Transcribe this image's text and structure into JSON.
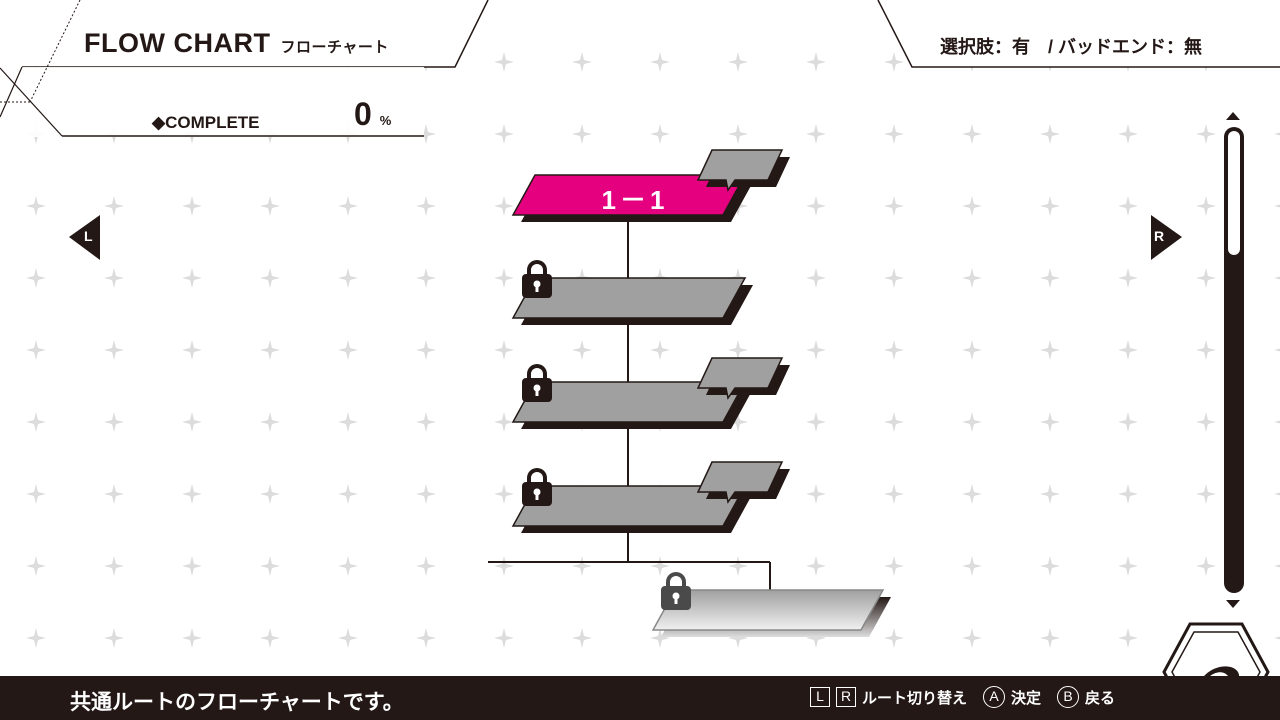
{
  "header": {
    "title": "FLOW CHART",
    "subtitle": "フローチャート",
    "complete_label": "◆COMPLETE",
    "complete_value": "0",
    "complete_unit": "%",
    "info": "選択肢：有　/ バッドエンド：無"
  },
  "nav": {
    "left_label": "L",
    "right_label": "R"
  },
  "flowchart": {
    "nodes": [
      {
        "label": "1－1",
        "state": "current",
        "has_bubble": true
      },
      {
        "label": "",
        "state": "locked",
        "has_bubble": false
      },
      {
        "label": "",
        "state": "locked",
        "has_bubble": true
      },
      {
        "label": "",
        "state": "locked",
        "has_bubble": true
      },
      {
        "label": "",
        "state": "locked",
        "has_bubble": false
      }
    ]
  },
  "scroll": {
    "position": 0
  },
  "footer": {
    "description": "共通ルートのフローチャートです。",
    "key_l": "L",
    "key_r": "R",
    "route_switch": "ルート切り替え",
    "key_a": "A",
    "confirm": "決定",
    "key_b": "B",
    "back": "戻る"
  },
  "colors": {
    "accent": "#e4007f",
    "dark": "#231815",
    "node_gray": "#a0a0a0"
  }
}
